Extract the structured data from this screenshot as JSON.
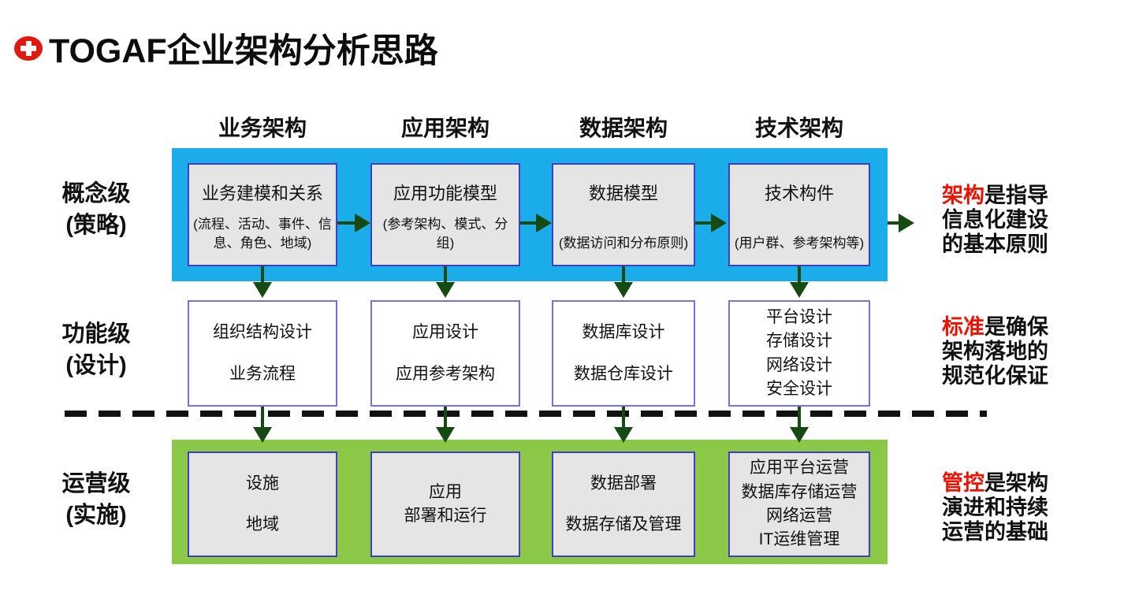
{
  "title": {
    "icon": "plus-circle-icon",
    "text": "TOGAF企业架构分析思路"
  },
  "column_headers": [
    "业务架构",
    "应用架构",
    "数据架构",
    "技术架构"
  ],
  "rows": [
    {
      "label_line1": "概念级",
      "label_line2": "(策略)",
      "band_color": "#1badea",
      "boxes": [
        {
          "title": "业务建模和关系",
          "sub": "(流程、活动、事件、信息、角色、地域)"
        },
        {
          "title": "应用功能模型",
          "sub": "(参考架构、模式、分组)"
        },
        {
          "title": "数据模型",
          "sub": "(数据访问和分布原则)"
        },
        {
          "title": "技术构件",
          "sub": "(用户群、参考架构等)"
        }
      ],
      "annotation": {
        "highlight": "架构",
        "line1_rest": "是指导",
        "line2": "信息化建设",
        "line3": "的基本原则"
      }
    },
    {
      "label_line1": "功能级",
      "label_line2": "(设计)",
      "band_color": "#ffffff",
      "boxes": [
        {
          "line1": "组织结构设计",
          "line2": "业务流程"
        },
        {
          "line1": "应用设计",
          "line2": "应用参考架构"
        },
        {
          "line1": "数据库设计",
          "line2": "数据仓库设计"
        },
        {
          "line1": "平台设计",
          "line2": "存储设计",
          "line3": "网络设计",
          "line4": "安全设计"
        }
      ],
      "annotation": {
        "highlight": "标准",
        "line1_rest": "是确保",
        "line2": "架构落地的",
        "line3": "规范化保证"
      }
    },
    {
      "label_line1": "运营级",
      "label_line2": "(实施)",
      "band_color": "#8cc847",
      "boxes": [
        {
          "line1": "设施",
          "line2": "地域"
        },
        {
          "line1": "应用",
          "line2": "部署和运行"
        },
        {
          "line1": "数据部署",
          "line2": "数据存储及管理"
        },
        {
          "line1": "应用平台运营",
          "line2": "数据库存储运营",
          "line3": "网络运营",
          "line4": "IT运维管理"
        }
      ],
      "annotation": {
        "highlight": "管控",
        "line1_rest": "是架构",
        "line2": "演进和持续",
        "line3": "运营的基础"
      }
    }
  ],
  "colors": {
    "band_blue": "#1badea",
    "band_green": "#8cc847",
    "box_fill": "#e5e5e5",
    "box_border": "#3f3fc6",
    "middle_box_border": "#7373d8",
    "arrow_green": "#154a12",
    "accent_red": "#ee1100",
    "dashed_line": "#111111",
    "title_icon_red": "#e0190f"
  }
}
